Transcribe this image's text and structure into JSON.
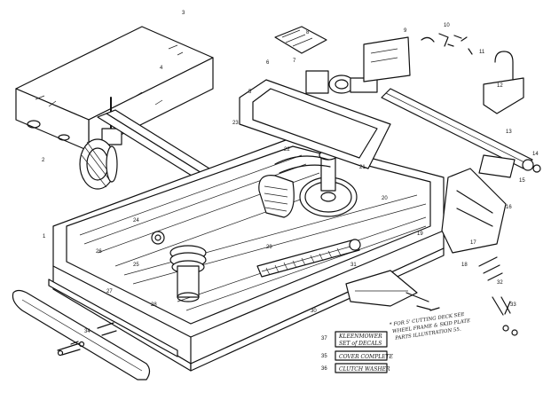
{
  "legend": {
    "decals": {
      "ref": "37",
      "line1": "KLEENMOWER",
      "line2": "SET of DECALS"
    },
    "cover": {
      "ref": "35",
      "label": "COVER COMPLETE"
    },
    "washer": {
      "ref": "36",
      "label": "CLUTCH WASHER"
    }
  },
  "note": {
    "line1": "* FOR 5' CUTTING DECK SEE",
    "line2": "WHEEL FRAME & SKID PLATE",
    "line3": "PARTS ILLUSTRATION 55."
  },
  "callouts": [
    "1",
    "2",
    "3",
    "4",
    "5",
    "6",
    "7",
    "8",
    "9",
    "10",
    "11",
    "12",
    "13",
    "14",
    "15",
    "16",
    "17",
    "18",
    "19",
    "20",
    "21",
    "22",
    "23",
    "24",
    "25",
    "26",
    "27",
    "28",
    "29",
    "30",
    "31",
    "32",
    "33",
    "34"
  ]
}
